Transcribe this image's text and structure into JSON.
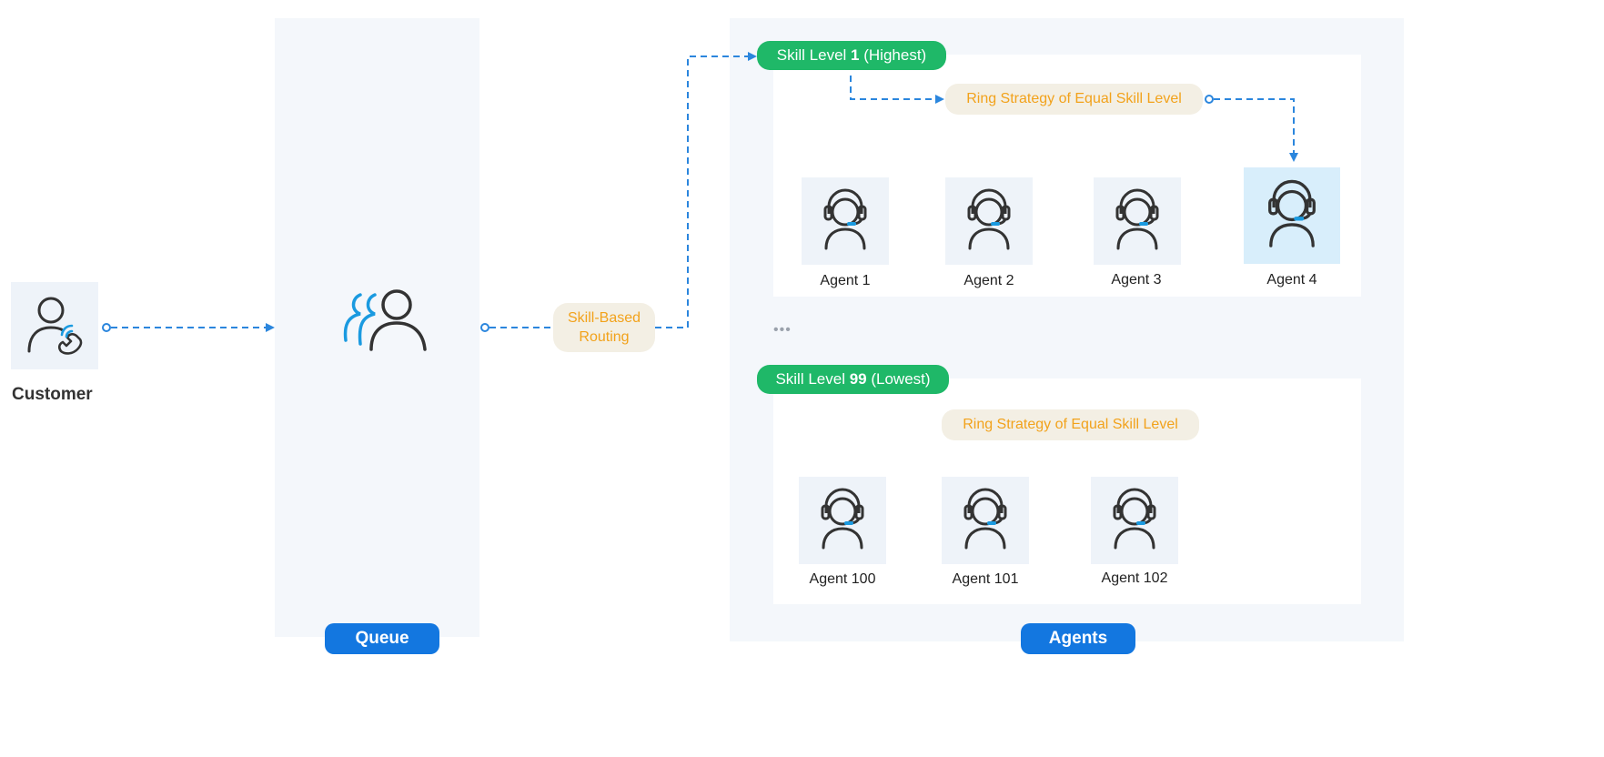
{
  "customer": {
    "label": "Customer",
    "icon": "customer-phone-icon"
  },
  "queue": {
    "label": "Queue",
    "icon": "queue-users-icon"
  },
  "routing": {
    "line1": "Skill-Based",
    "line2": "Routing"
  },
  "agents_panel": {
    "label": "Agents"
  },
  "skill_level_high": {
    "prefix": "Skill Level ",
    "number": "1",
    "suffix": " (Highest)"
  },
  "skill_level_low": {
    "prefix": "Skill Level ",
    "number": "99",
    "suffix": " (Lowest)"
  },
  "ring_strategy_high": "Ring Strategy of Equal Skill Level",
  "ring_strategy_low": "Ring Strategy of Equal Skill Level",
  "ellipsis": "•••",
  "agents_high": [
    {
      "name": "Agent 1",
      "icon": "agent-headset-icon"
    },
    {
      "name": "Agent 2",
      "icon": "agent-headset-icon"
    },
    {
      "name": "Agent 3",
      "icon": "agent-headset-icon"
    },
    {
      "name": "Agent 4",
      "icon": "agent-headset-icon",
      "highlighted": true
    }
  ],
  "agents_low": [
    {
      "name": "Agent 100",
      "icon": "agent-headset-icon"
    },
    {
      "name": "Agent 101",
      "icon": "agent-headset-icon"
    },
    {
      "name": "Agent 102",
      "icon": "agent-headset-icon"
    }
  ],
  "colors": {
    "accent_blue": "#1377e0",
    "arrow_blue": "#2b86dd",
    "skill_green": "#1fb868",
    "strategy_orange": "#f2a21b",
    "panel_bg": "#f4f7fb",
    "highlight_tile": "#d8eefb"
  }
}
